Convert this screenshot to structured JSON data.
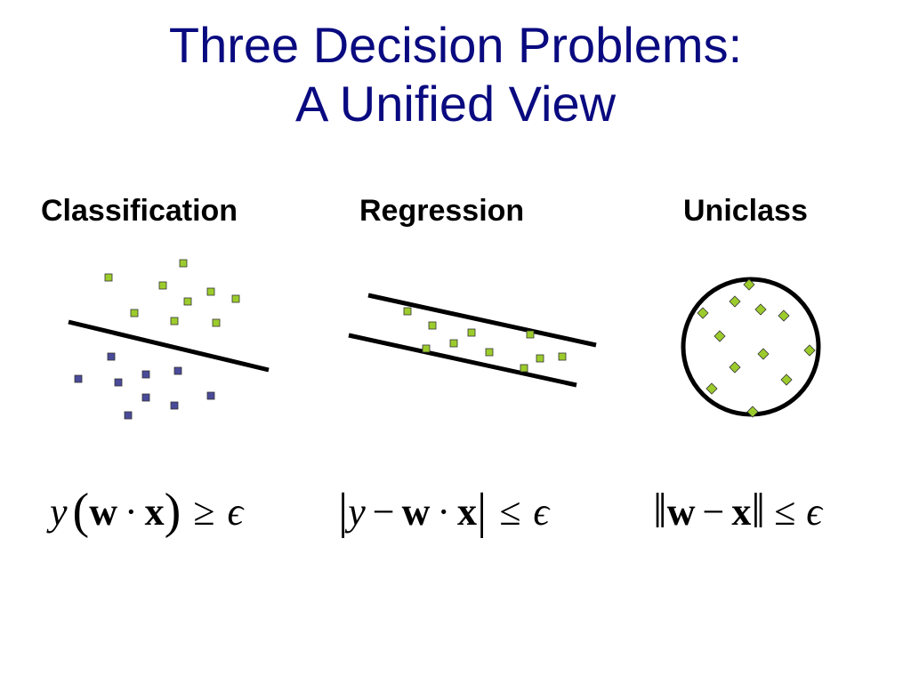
{
  "title": {
    "line1": "Three Decision Problems:",
    "line2": "A Unified View"
  },
  "panels": [
    {
      "label": "Classification"
    },
    {
      "label": "Regression"
    },
    {
      "label": "Uniclass"
    }
  ],
  "formulas": {
    "classification": {
      "y": "y",
      "lparen": "(",
      "w": "w",
      "dot": "·",
      "x": "x",
      "rparen": ")",
      "rel": "≥",
      "eps": "ϵ"
    },
    "regression": {
      "lbar": "|",
      "y": "y",
      "minus": "−",
      "w": "w",
      "dot": "·",
      "x": "x",
      "rbar": "|",
      "rel": "≤",
      "eps": "ϵ"
    },
    "uniclass": {
      "lbar": "‖",
      "w": "w",
      "minus": "−",
      "x": "x",
      "rbar": "‖",
      "rel": "≤",
      "eps": "ϵ"
    }
  },
  "colors": {
    "title": "#0a0a80",
    "green_point": "#9ccc2c",
    "blue_point": "#4a4a9a",
    "line": "#000000"
  }
}
